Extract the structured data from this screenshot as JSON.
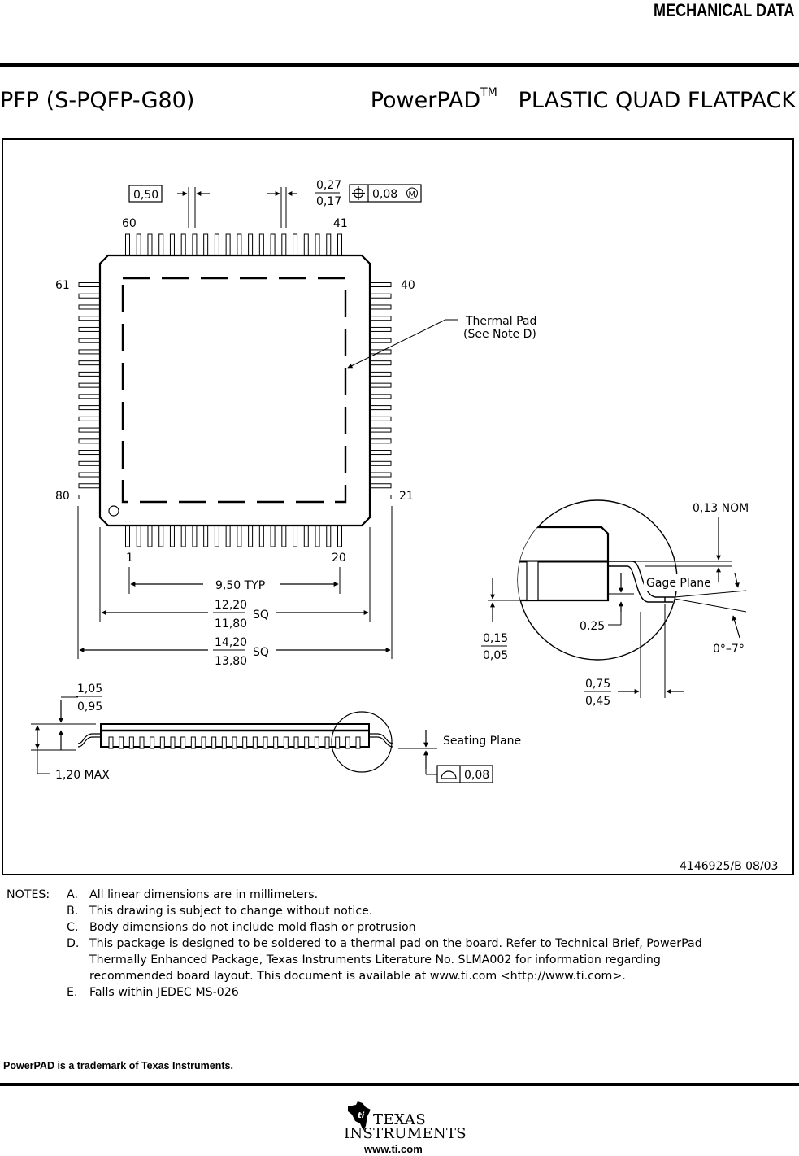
{
  "header": {
    "section_title": "MECHANICAL DATA",
    "package_code": "PFP (S-PQFP-G80)",
    "package_name": "PowerPAD",
    "trademark_symbol": "TM",
    "package_type": "PLASTIC QUAD FLATPACK"
  },
  "drawing": {
    "pitch_box": "0,50",
    "lead_width_max": "0,27",
    "lead_width_min": "0,17",
    "tolerance_value": "0,08",
    "tolerance_modifier": "M",
    "pin_60": "60",
    "pin_41": "41",
    "pin_61": "61",
    "pin_40": "40",
    "pin_80": "80",
    "pin_21": "21",
    "pin_1": "1",
    "pin_20": "20",
    "thermal_pad_line1": "Thermal Pad",
    "thermal_pad_line2": "(See Note D)",
    "dim_typ": "9,50 TYP",
    "body_max": "12,20",
    "body_min": "11,80",
    "body_sq": "SQ",
    "overall_max": "14,20",
    "overall_min": "13,80",
    "overall_sq": "SQ",
    "height_max_upper": "1,05",
    "height_min_upper": "0,95",
    "height_max": "1,20 MAX",
    "seating_plane": "Seating Plane",
    "coplanarity": "0,08",
    "detail_thickness": "0,13 NOM",
    "gage_plane": "Gage Plane",
    "gage_dim": "0,25",
    "standoff_max": "0,15",
    "standoff_min": "0,05",
    "angle": "0°–7°",
    "foot_max": "0,75",
    "foot_min": "0,45",
    "drawing_number": "4146925/B 08/03"
  },
  "notes": {
    "label": "NOTES:",
    "items": [
      {
        "letter": "A.",
        "lines": [
          "All linear dimensions are in millimeters."
        ]
      },
      {
        "letter": "B.",
        "lines": [
          "This drawing is subject to change without notice."
        ]
      },
      {
        "letter": "C.",
        "lines": [
          "Body dimensions do not include mold flash or protrusion"
        ]
      },
      {
        "letter": "D.",
        "lines": [
          "This package is designed to be soldered to a thermal pad on the board.  Refer to Technical Brief, PowerPad",
          "Thermally Enhanced Package, Texas Instruments Literature No. SLMA002 for information regarding",
          "recommended board layout.  This document is available at www.ti.com <http://www.ti.com>."
        ]
      },
      {
        "letter": "E.",
        "lines": [
          "Falls within JEDEC MS-026"
        ]
      }
    ]
  },
  "footer": {
    "trademark_note": "PowerPAD is a trademark of Texas Instruments.",
    "logo_line1": "TEXAS",
    "logo_line2": "INSTRUMENTS",
    "url": "www.ti.com"
  }
}
